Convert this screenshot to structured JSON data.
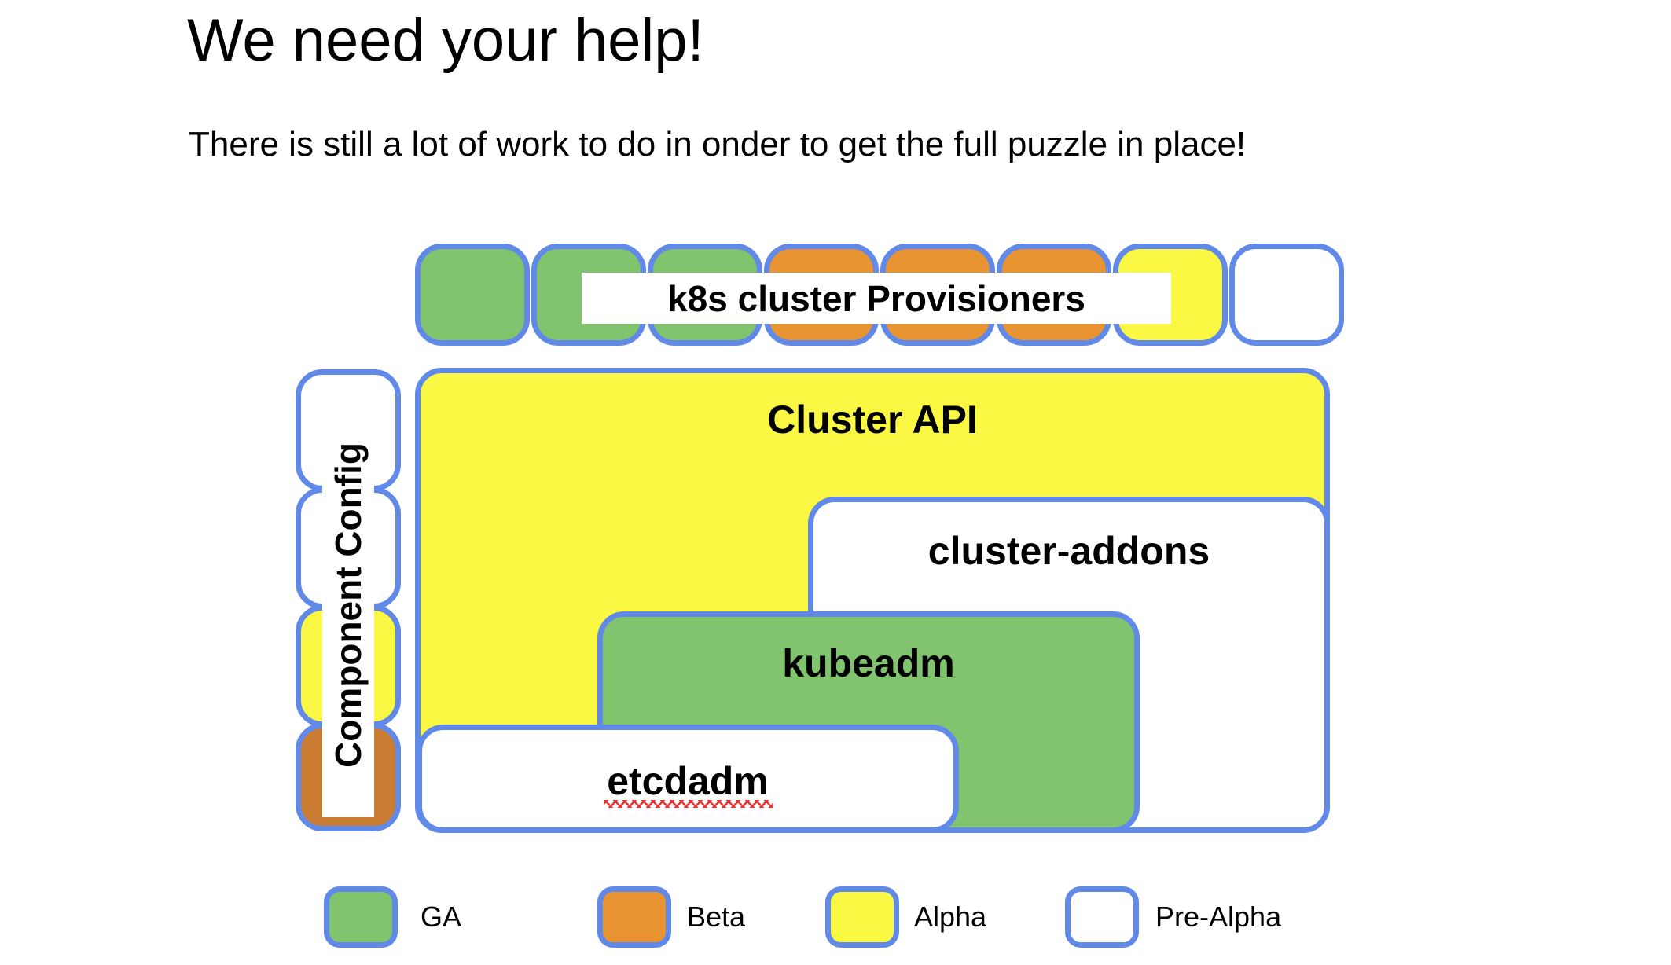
{
  "slide": {
    "title": "We need your help!",
    "subtitle": "There is still a lot of work to do in onder to get the full puzzle in place!"
  },
  "diagram": {
    "provisioners_caption": "k8s cluster Provisioners",
    "component_config_label": "Component Config",
    "provisioner_tiles": [
      {
        "maturity": "GA"
      },
      {
        "maturity": "GA"
      },
      {
        "maturity": "GA"
      },
      {
        "maturity": "Beta"
      },
      {
        "maturity": "Beta"
      },
      {
        "maturity": "Beta"
      },
      {
        "maturity": "Alpha"
      },
      {
        "maturity": "Pre-Alpha"
      }
    ],
    "component_config_tiles": [
      {
        "maturity": "Pre-Alpha"
      },
      {
        "maturity": "Pre-Alpha"
      },
      {
        "maturity": "Alpha"
      },
      {
        "maturity": "Beta"
      }
    ],
    "components": [
      {
        "label": "Cluster API",
        "maturity": "Alpha"
      },
      {
        "label": "cluster-addons",
        "maturity": "Pre-Alpha"
      },
      {
        "label": "kubeadm",
        "maturity": "GA"
      },
      {
        "label": "etcdadm",
        "maturity": "Pre-Alpha",
        "misspelled": true
      }
    ]
  },
  "legend": {
    "items": [
      {
        "label": "GA",
        "color": "#82c46e"
      },
      {
        "label": "Beta",
        "color": "#e89433"
      },
      {
        "label": "Alpha",
        "color": "#faf842"
      },
      {
        "label": "Pre-Alpha",
        "color": "#ffffff"
      }
    ]
  },
  "colors": {
    "border_blue": "#6189e8",
    "ga_green": "#82c46e",
    "beta_orange": "#e89433",
    "alpha_yellow": "#faf842",
    "prealpha_white": "#ffffff",
    "spellcheck_red": "#ee3333"
  }
}
